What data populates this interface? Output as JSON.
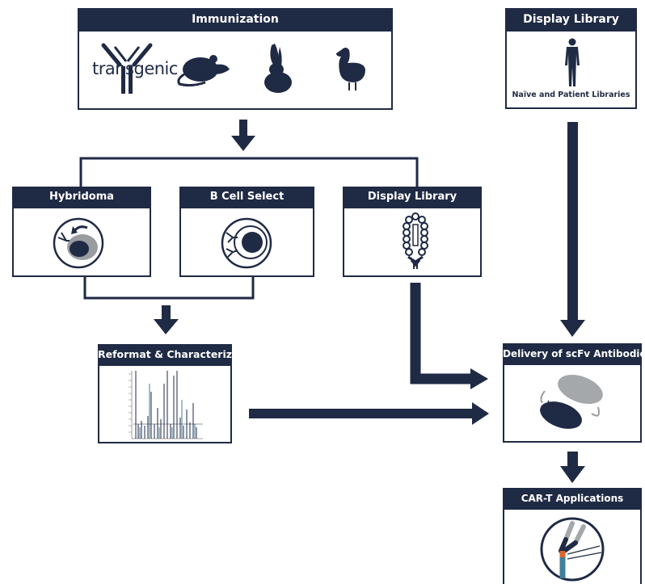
{
  "immunization": {
    "title": "Immunization",
    "transgenic_label": "transgenic",
    "icons": [
      "antibody-icon",
      "mouse-icon",
      "rabbit-icon",
      "chicken-icon"
    ]
  },
  "display_library_top": {
    "title": "Display Library",
    "subtitle": "Naïve and Patient Libraries",
    "icon": "human-figure-icon"
  },
  "hybridoma": {
    "title": "Hybridoma",
    "icon": "hybridoma-cell-icon"
  },
  "b_cell_select": {
    "title": "B Cell Select",
    "icon": "b-cell-icon"
  },
  "display_library_mid": {
    "title": "Display Library",
    "icon": "phage-icon"
  },
  "reformat": {
    "title": "Reformat & Characterize",
    "icon": "chromatogram-icon"
  },
  "delivery": {
    "title": "Delivery of scFv Antibodies",
    "icon": "scfv-icon"
  },
  "cart": {
    "title": "CAR-T Applications",
    "icon": "car-receptor-icon"
  },
  "colors": {
    "navy": "#1f2a44",
    "gray": "#a5a8ab",
    "teal": "#3f7f9c",
    "orange": "#d9662d"
  }
}
